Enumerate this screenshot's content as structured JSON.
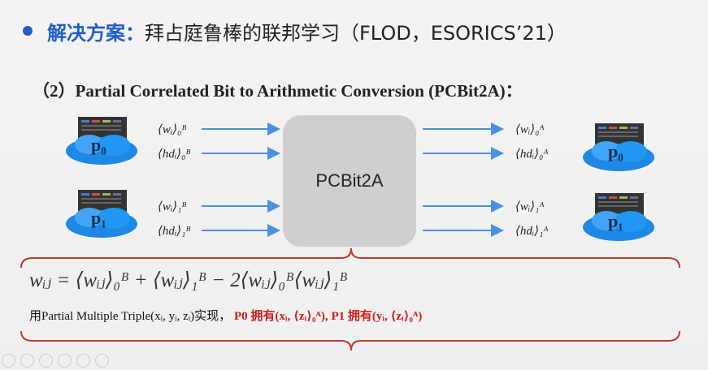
{
  "title": {
    "strong": "解决方案：",
    "rest": "拜占庭鲁棒的联邦学习（FLOD，ESORICS’21）"
  },
  "subtitle": "（2）Partial Correlated Bit to Arithmetic Conversion (PCBit2A)：",
  "box_label": "PCBit2A",
  "left_labels": [
    "⟨wᵢ⟩₀ᴮ",
    "⟨hdᵢ⟩₀ᴮ",
    "⟨wᵢ⟩₁ᴮ",
    "⟨hdᵢ⟩₁ᴮ"
  ],
  "right_labels": [
    "⟨wᵢ⟩₀ᴬ",
    "⟨hdᵢ⟩₀ᴬ",
    "⟨wᵢ⟩₁ᴬ",
    "⟨hdᵢ⟩₁ᴬ"
  ],
  "servers": {
    "left_top": "p₀",
    "left_bottom": "p₁",
    "right_top": "p₀",
    "right_bottom": "p₁"
  },
  "formula": "wᵢⱼ = ⟨wᵢⱼ⟩₀ᴮ + ⟨wᵢⱼ⟩₁ᴮ − 2⟨wᵢⱼ⟩₀ᴮ⟨wᵢⱼ⟩₁ᴮ",
  "note": {
    "prefix": "用Partial Multiple Triple(xᵢ, yᵢ, zᵢ)实现，",
    "p0": "P0 拥有(xᵢ, ⟨zᵢ⟩₀ᴬ),",
    "p1": "P1 拥有(yᵢ, ⟨zᵢ⟩₀ᴬ)"
  },
  "colors": {
    "accent": "#1f5fc8",
    "arrow": "#4a90e2",
    "brace": "#c0392b",
    "red_text": "#d0201a"
  }
}
